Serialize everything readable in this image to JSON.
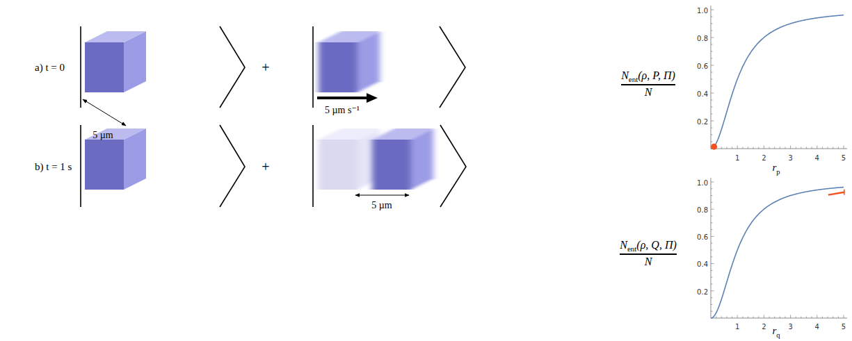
{
  "diagram": {
    "labels": [
      "a) t = 0",
      "5 µm",
      "+",
      "5 µm s⁻¹",
      "b) t = 1 s",
      "+",
      "5 µm",
      "1.0",
      "0.8",
      "0.6",
      "0.4",
      "0.2",
      "N",
      "ent",
      "(ρ, P, Π)",
      "N",
      "1",
      "2",
      "3",
      "4",
      "5",
      "r",
      "p",
      "1.0",
      "0.8",
      "0.6",
      "0.4",
      "0.2",
      "N",
      "ent",
      "(ρ, Q, Π)",
      "N",
      "1",
      "2",
      "3",
      "4",
      "5",
      "r",
      "q"
    ]
  }
}
